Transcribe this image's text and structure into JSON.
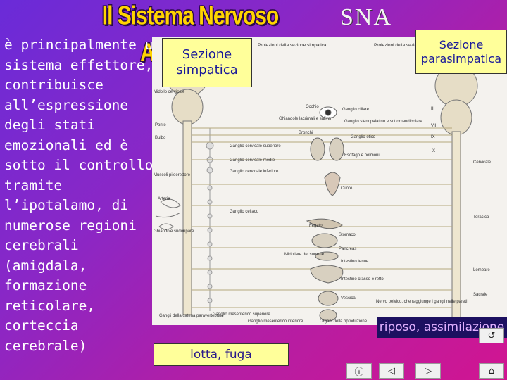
{
  "slide": {
    "title": "Il Sistema Nervoso Autonomo",
    "title_abbrev": "SNA",
    "body_text": "è principalmente un sistema effettore, contribuisce all’espressione degli stati emozionali ed è sotto il controllo, tramite l’ipotalamo, di numerose regioni cerebrali (amigdala, formazione reticolare, corteccia cerebrale)"
  },
  "labels": {
    "sympathetic": "Sezione simpatica",
    "parasympathetic": "Sezione parasimpatica",
    "fight": "lotta, fuga",
    "rest": "riposo, assimilazione"
  },
  "diagram": {
    "header_left": "Proiezioni della sezione simpatica",
    "header_right": "Proiezioni della sezione parasimpatica",
    "left_side": [
      "Midollo cervicale",
      "Ponte",
      "Bulbo",
      "Muscoli piloerettore",
      "Arteria",
      "Ghiandole sudoripare"
    ],
    "left_ganglia": [
      "Ganglio cervicale superiore",
      "Ganglio cervicale medio",
      "Ganglio cervicale inferiore",
      "Ganglio celiaco",
      "Gangli della catena paravertebrale",
      "Ganglio mesenterico superiore",
      "Ganglio mesenterico inferiore"
    ],
    "organs": [
      "Occhio",
      "Ghiandole lacrimali e salivari",
      "Bronchi",
      "Esofago e polmoni",
      "Cuore",
      "Fegato",
      "Stomaco",
      "Pancreas",
      "Midollare del surrene",
      "Intestino tenue",
      "Intestino crasso e retto",
      "Vescica",
      "Organi della riproduzione"
    ],
    "right_ganglia": [
      "Ganglio ciliare",
      "Ganglio sfenopalatino e sottomandibolare",
      "Ganglio otico",
      "Nervo pelvico, che raggiunge i gangli nelle pareti"
    ],
    "right_side": [
      "III",
      "VII",
      "IX",
      "X",
      "Cervicale",
      "Toracico",
      "Lombare",
      "Sacrale"
    ]
  },
  "nav": {
    "return_icon": "return-icon",
    "info_icon": "info-icon",
    "prev_icon": "prev-icon",
    "next_icon": "next-icon",
    "home_icon": "home-icon"
  }
}
